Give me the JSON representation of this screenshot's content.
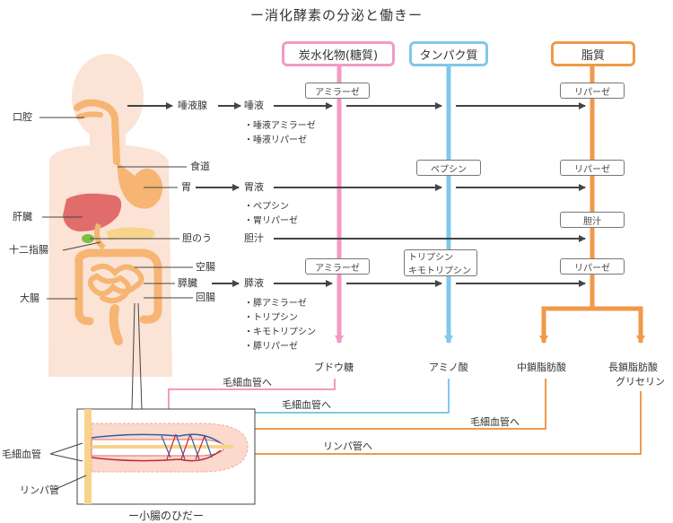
{
  "title": "ー消化酵素の分泌と働きー",
  "headers": {
    "carb": "炭水化物(糖質)",
    "protein": "タンパク質",
    "lipid": "脂質"
  },
  "organs": {
    "mouth": "口腔",
    "liver": "肝臓",
    "duodenum": "十二指腸",
    "large_intestine": "大腸",
    "esophagus": "食道",
    "stomach": "胃",
    "gallbladder": "胆のう",
    "jejunum": "空腸",
    "pancreas": "膵臓",
    "ileum": "回腸",
    "salivary_gland": "唾液腺"
  },
  "secretions": {
    "saliva": "唾液",
    "gastric": "胃液",
    "bile": "胆汁",
    "pancreatic": "膵液"
  },
  "enzymes": {
    "saliva": [
      "・唾液アミラーゼ",
      "・唾液リパーゼ"
    ],
    "gastric": [
      "・ペプシン",
      "・胃リパーゼ"
    ],
    "pancreatic": [
      "・膵アミラーゼ",
      "・トリプシン",
      "・キモトリプシン",
      "・膵リパーゼ"
    ]
  },
  "boxes": {
    "amylase1": "アミラーゼ",
    "lipase1": "リパーゼ",
    "pepsin": "ペプシン",
    "lipase2": "リパーゼ",
    "bile": "胆汁",
    "amylase2": "アミラーゼ",
    "trypsin1": "トリプシン",
    "trypsin2": "キモトリプシン",
    "lipase3": "リパーゼ"
  },
  "products": {
    "glucose": "ブドウ糖",
    "amino": "アミノ酸",
    "mcfa": "中鎖脂肪酸",
    "lcfa": "長鎖脂肪酸",
    "glycerin": "グリセリン"
  },
  "routes": {
    "capillary1": "毛細血管へ",
    "capillary2": "毛細血管へ",
    "capillary3": "毛細血管へ",
    "lymph": "リンパ管へ"
  },
  "villus_labels": {
    "capillary": "毛細血管",
    "lymph": "リンパ管"
  },
  "bottom_title": "ー小腸のひだー",
  "colors": {
    "carb": "#f39ac4",
    "protein": "#7fc8ec",
    "lipid": "#f0994a",
    "arrow": "#444444"
  }
}
